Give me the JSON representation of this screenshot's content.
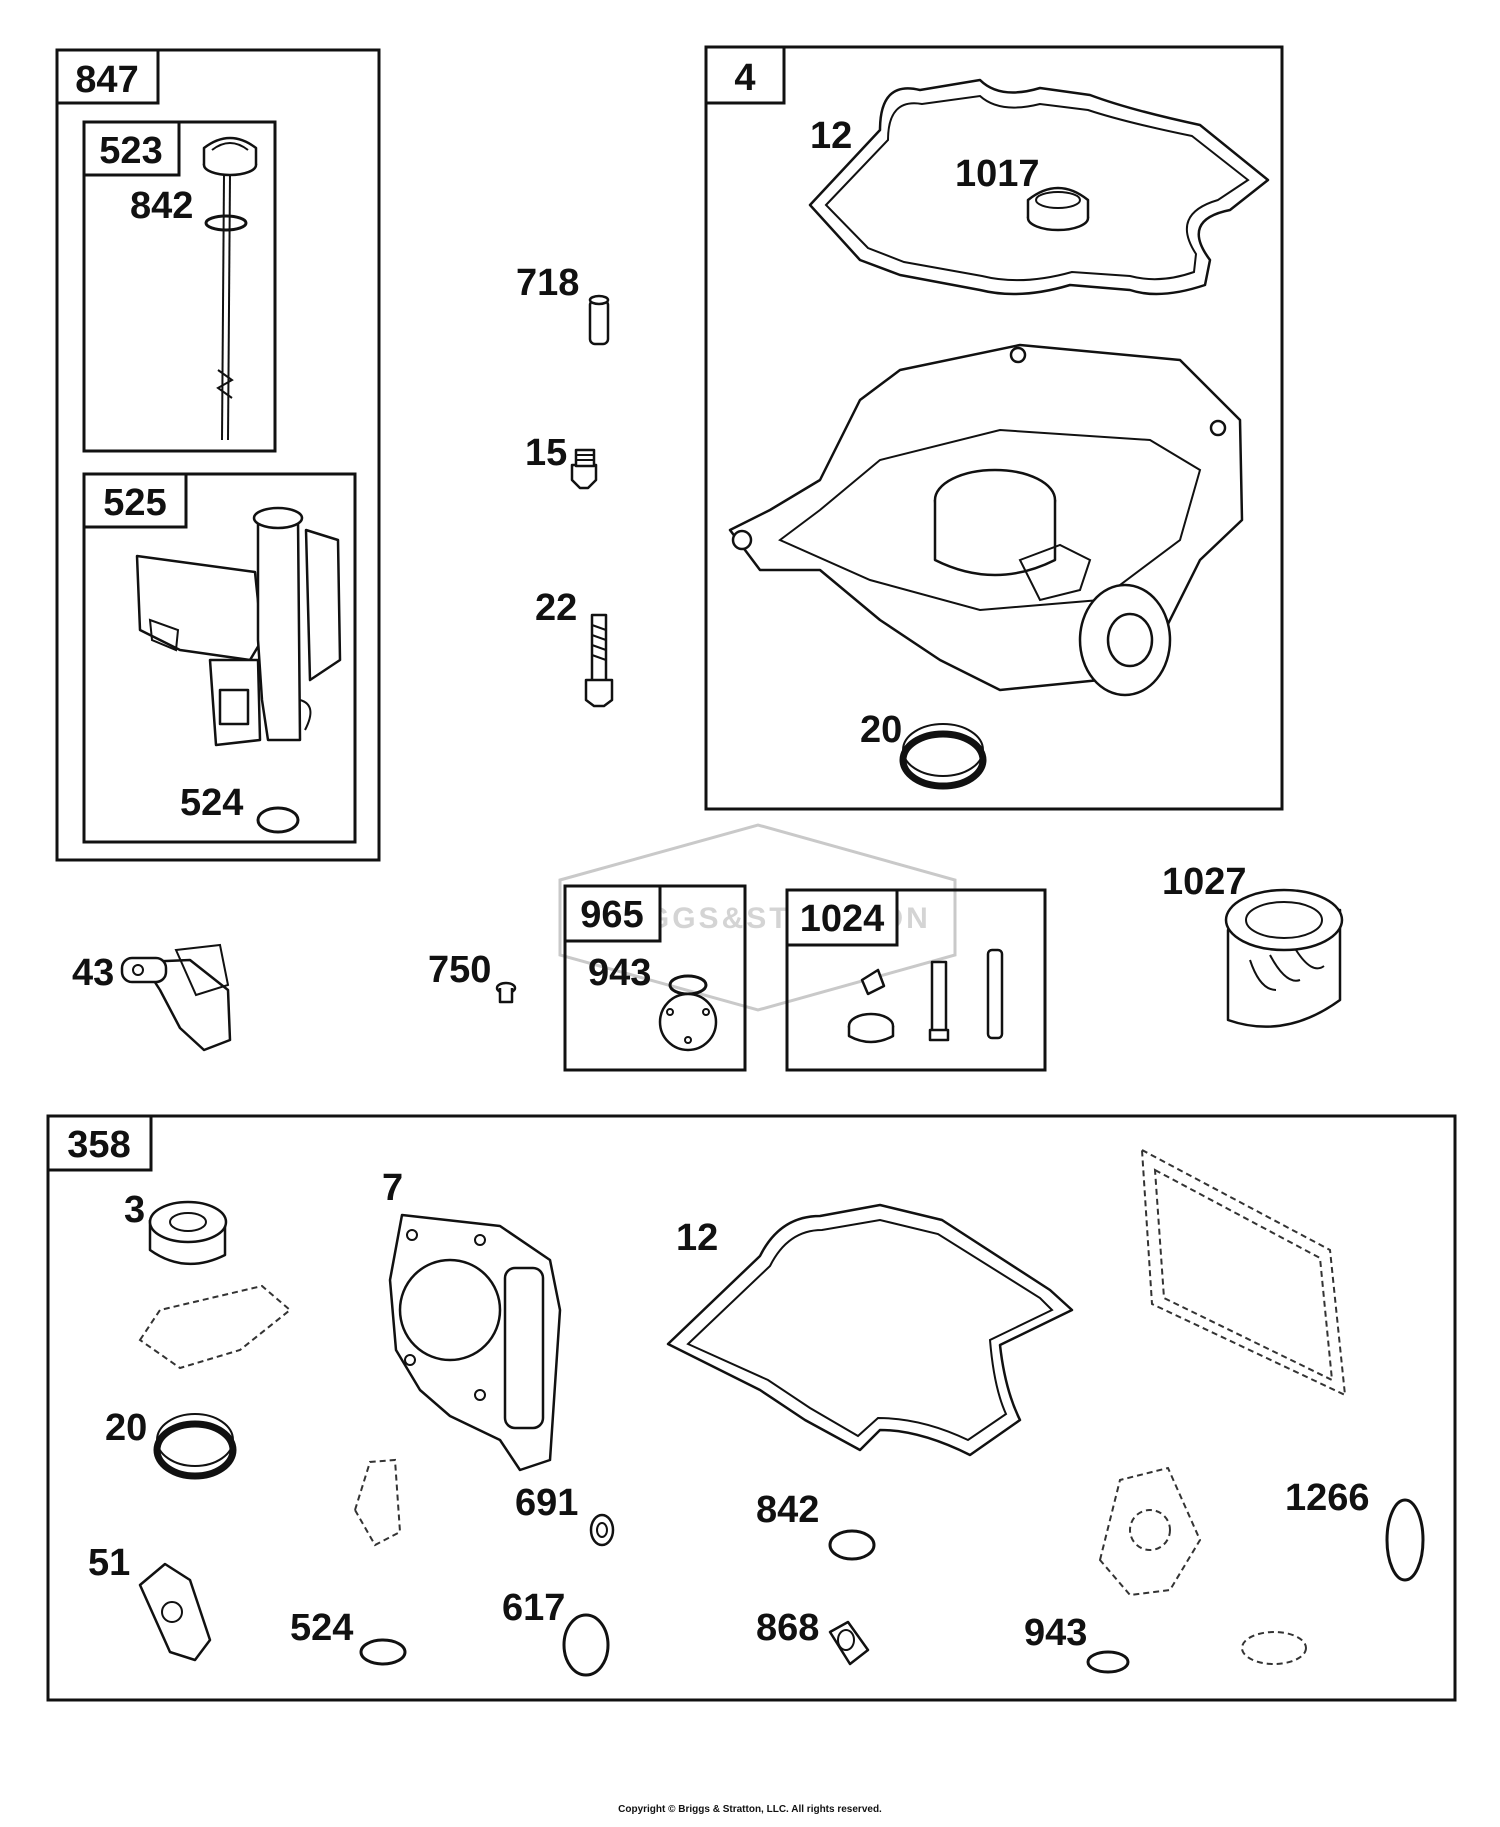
{
  "watermark": "BRIGGS&STRATTON",
  "copyright": "Copyright © Briggs & Stratton, LLC. All rights reserved.",
  "groups": {
    "g847": "847",
    "g523": "523",
    "g525": "525",
    "g4": "4",
    "g965": "965",
    "g1024": "1024",
    "g358": "358"
  },
  "parts": {
    "p842a": "842",
    "p524a": "524",
    "p12a": "12",
    "p1017": "1017",
    "p20a": "20",
    "p718": "718",
    "p15": "15",
    "p22": "22",
    "p43": "43",
    "p750": "750",
    "p943a": "943",
    "p1027": "1027",
    "p3": "3",
    "p7": "7",
    "p12b": "12",
    "p20b": "20",
    "p691": "691",
    "p842b": "842",
    "p1266": "1266",
    "p51": "51",
    "p524b": "524",
    "p617": "617",
    "p868": "868",
    "p943b": "943"
  }
}
